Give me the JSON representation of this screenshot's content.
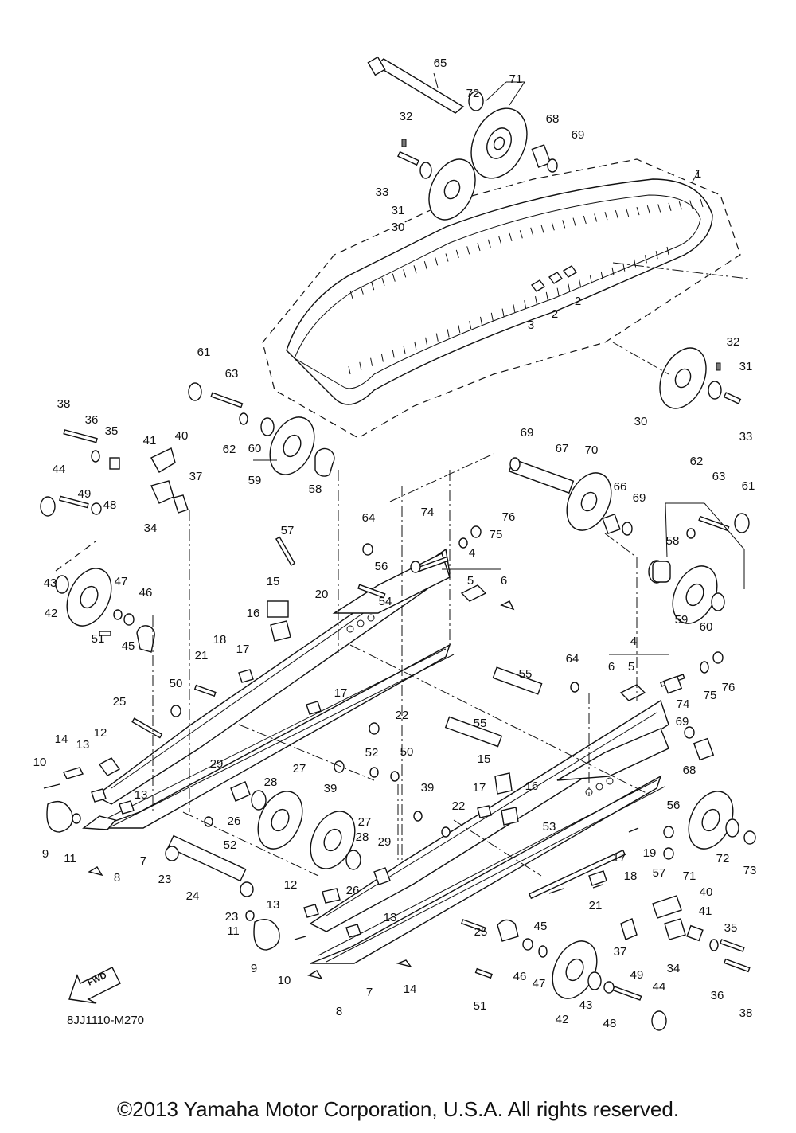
{
  "diagram": {
    "drawing_code": "8JJ1110-M270",
    "fwd_label": "FWD",
    "copyright": "©2013 Yamaha Motor Corporation, U.S.A. All rights reserved.",
    "callouts": [
      {
        "id": "c65",
        "label": "65"
      },
      {
        "id": "c71",
        "label": "71"
      },
      {
        "id": "c72",
        "label": "72"
      },
      {
        "id": "c32a",
        "label": "32"
      },
      {
        "id": "c68a",
        "label": "68"
      },
      {
        "id": "c69a",
        "label": "69"
      },
      {
        "id": "c33a",
        "label": "33"
      },
      {
        "id": "c31a",
        "label": "31"
      },
      {
        "id": "c30a",
        "label": "30"
      },
      {
        "id": "c1",
        "label": "1"
      },
      {
        "id": "c2a",
        "label": "2"
      },
      {
        "id": "c2b",
        "label": "2"
      },
      {
        "id": "c3",
        "label": "3"
      },
      {
        "id": "c32b",
        "label": "32"
      },
      {
        "id": "c31b",
        "label": "31"
      },
      {
        "id": "c30b",
        "label": "30"
      },
      {
        "id": "c33b",
        "label": "33"
      },
      {
        "id": "c61a",
        "label": "61"
      },
      {
        "id": "c63a",
        "label": "63"
      },
      {
        "id": "c62a",
        "label": "62"
      },
      {
        "id": "c60a",
        "label": "60"
      },
      {
        "id": "c59a",
        "label": "59"
      },
      {
        "id": "c58a",
        "label": "58"
      },
      {
        "id": "c38a",
        "label": "38"
      },
      {
        "id": "c36a",
        "label": "36"
      },
      {
        "id": "c35a",
        "label": "35"
      },
      {
        "id": "c41a",
        "label": "41"
      },
      {
        "id": "c40a",
        "label": "40"
      },
      {
        "id": "c37a",
        "label": "37"
      },
      {
        "id": "c34a",
        "label": "34"
      },
      {
        "id": "c44a",
        "label": "44"
      },
      {
        "id": "c49a",
        "label": "49"
      },
      {
        "id": "c48a",
        "label": "48"
      },
      {
        "id": "c43a",
        "label": "43"
      },
      {
        "id": "c42a",
        "label": "42"
      },
      {
        "id": "c47a",
        "label": "47"
      },
      {
        "id": "c46a",
        "label": "46"
      },
      {
        "id": "c51a",
        "label": "51"
      },
      {
        "id": "c45a",
        "label": "45"
      },
      {
        "id": "c57a",
        "label": "57"
      },
      {
        "id": "c64a",
        "label": "64"
      },
      {
        "id": "c56a",
        "label": "56"
      },
      {
        "id": "c54",
        "label": "54"
      },
      {
        "id": "c15a",
        "label": "15"
      },
      {
        "id": "c16a",
        "label": "16"
      },
      {
        "id": "c20",
        "label": "20"
      },
      {
        "id": "c18a",
        "label": "18"
      },
      {
        "id": "c17a",
        "label": "17"
      },
      {
        "id": "c21a",
        "label": "21"
      },
      {
        "id": "c17b",
        "label": "17"
      },
      {
        "id": "c50a",
        "label": "50"
      },
      {
        "id": "c25a",
        "label": "25"
      },
      {
        "id": "c22a",
        "label": "22"
      },
      {
        "id": "c14a",
        "label": "14"
      },
      {
        "id": "c13a",
        "label": "13"
      },
      {
        "id": "c12a",
        "label": "12"
      },
      {
        "id": "c10a",
        "label": "10"
      },
      {
        "id": "c13b",
        "label": "13"
      },
      {
        "id": "c29a",
        "label": "29"
      },
      {
        "id": "c27a",
        "label": "27"
      },
      {
        "id": "c28a",
        "label": "28"
      },
      {
        "id": "c39a",
        "label": "39"
      },
      {
        "id": "c9a",
        "label": "9"
      },
      {
        "id": "c11a",
        "label": "11"
      },
      {
        "id": "c26a",
        "label": "26"
      },
      {
        "id": "c52a",
        "label": "52"
      },
      {
        "id": "c7a",
        "label": "7"
      },
      {
        "id": "c8a",
        "label": "8"
      },
      {
        "id": "c23a",
        "label": "23"
      },
      {
        "id": "c24",
        "label": "24"
      },
      {
        "id": "c23b",
        "label": "23"
      },
      {
        "id": "c69b",
        "label": "69"
      },
      {
        "id": "c67",
        "label": "67"
      },
      {
        "id": "c70",
        "label": "70"
      },
      {
        "id": "c66",
        "label": "66"
      },
      {
        "id": "c69c",
        "label": "69"
      },
      {
        "id": "c74a",
        "label": "74"
      },
      {
        "id": "c76a",
        "label": "76"
      },
      {
        "id": "c75a",
        "label": "75"
      },
      {
        "id": "c4a",
        "label": "4"
      },
      {
        "id": "c5a",
        "label": "5"
      },
      {
        "id": "c6a",
        "label": "6"
      },
      {
        "id": "c62b",
        "label": "62"
      },
      {
        "id": "c63b",
        "label": "63"
      },
      {
        "id": "c61b",
        "label": "61"
      },
      {
        "id": "c58b",
        "label": "58"
      },
      {
        "id": "c59b",
        "label": "59"
      },
      {
        "id": "c60b",
        "label": "60"
      },
      {
        "id": "c55a",
        "label": "55"
      },
      {
        "id": "c64b",
        "label": "64"
      },
      {
        "id": "c4b",
        "label": "4"
      },
      {
        "id": "c6b",
        "label": "6"
      },
      {
        "id": "c5b",
        "label": "5"
      },
      {
        "id": "c74b",
        "label": "74"
      },
      {
        "id": "c75b",
        "label": "75"
      },
      {
        "id": "c76b",
        "label": "76"
      },
      {
        "id": "c55b",
        "label": "55"
      },
      {
        "id": "c52b",
        "label": "52"
      },
      {
        "id": "c50b",
        "label": "50"
      },
      {
        "id": "c39b",
        "label": "39"
      },
      {
        "id": "c15b",
        "label": "15"
      },
      {
        "id": "c17c",
        "label": "17"
      },
      {
        "id": "c16b",
        "label": "16"
      },
      {
        "id": "c22b",
        "label": "22"
      },
      {
        "id": "c53",
        "label": "53"
      },
      {
        "id": "c69d",
        "label": "69"
      },
      {
        "id": "c68b",
        "label": "68"
      },
      {
        "id": "c56b",
        "label": "56"
      },
      {
        "id": "c19",
        "label": "19"
      },
      {
        "id": "c72b",
        "label": "72"
      },
      {
        "id": "c73",
        "label": "73"
      },
      {
        "id": "c57b",
        "label": "57"
      },
      {
        "id": "c71b",
        "label": "71"
      },
      {
        "id": "c27b",
        "label": "27"
      },
      {
        "id": "c28b",
        "label": "28"
      },
      {
        "id": "c29b",
        "label": "29"
      },
      {
        "id": "c12b",
        "label": "12"
      },
      {
        "id": "c26b",
        "label": "26"
      },
      {
        "id": "c13c",
        "label": "13"
      },
      {
        "id": "c13d",
        "label": "13"
      },
      {
        "id": "c17d",
        "label": "17"
      },
      {
        "id": "c18b",
        "label": "18"
      },
      {
        "id": "c21b",
        "label": "21"
      },
      {
        "id": "c40b",
        "label": "40"
      },
      {
        "id": "c41b",
        "label": "41"
      },
      {
        "id": "c35b",
        "label": "35"
      },
      {
        "id": "c45b",
        "label": "45"
      },
      {
        "id": "c25b",
        "label": "25"
      },
      {
        "id": "c37b",
        "label": "37"
      },
      {
        "id": "c34b",
        "label": "34"
      },
      {
        "id": "c36b",
        "label": "36"
      },
      {
        "id": "c38b",
        "label": "38"
      },
      {
        "id": "c11b",
        "label": "11"
      },
      {
        "id": "c9b",
        "label": "9"
      },
      {
        "id": "c10b",
        "label": "10"
      },
      {
        "id": "c7b",
        "label": "7"
      },
      {
        "id": "c14b",
        "label": "14"
      },
      {
        "id": "c8b",
        "label": "8"
      },
      {
        "id": "c46b",
        "label": "46"
      },
      {
        "id": "c47b",
        "label": "47"
      },
      {
        "id": "c51b",
        "label": "51"
      },
      {
        "id": "c42b",
        "label": "42"
      },
      {
        "id": "c43b",
        "label": "43"
      },
      {
        "id": "c48b",
        "label": "48"
      },
      {
        "id": "c49b",
        "label": "49"
      },
      {
        "id": "c44b",
        "label": "44"
      }
    ]
  }
}
